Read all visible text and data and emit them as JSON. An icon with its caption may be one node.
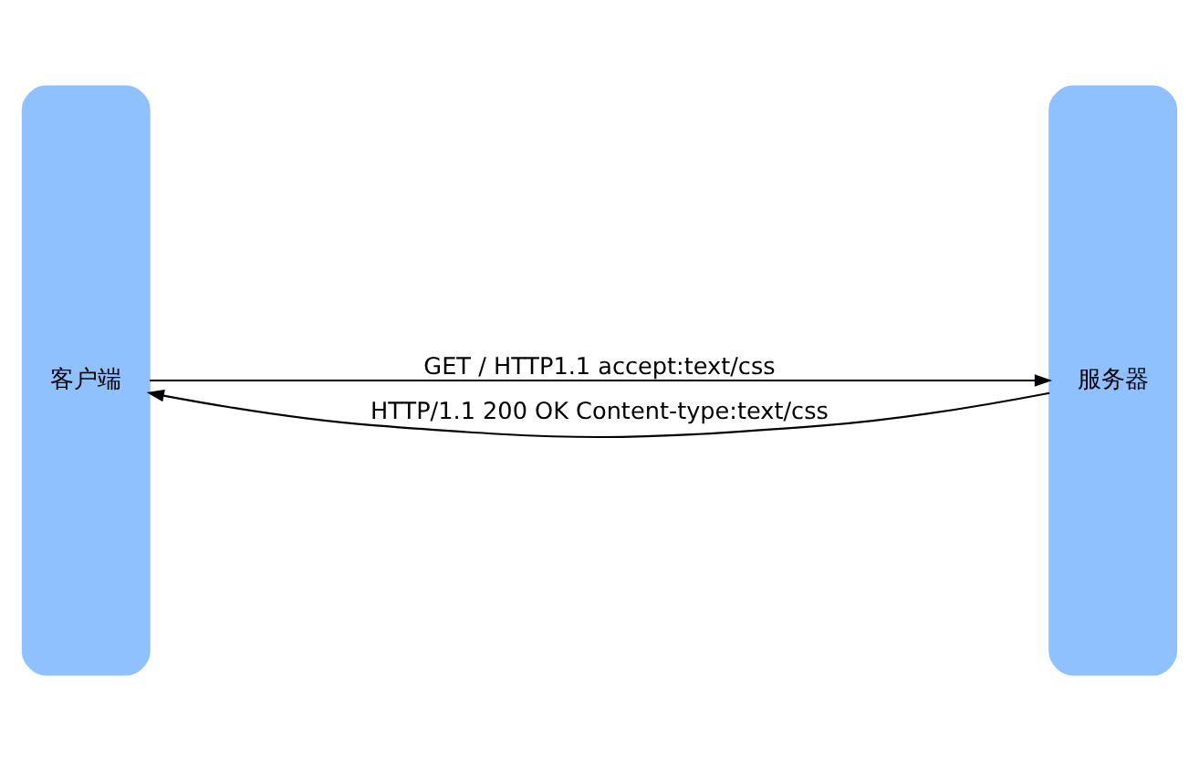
{
  "diagram": {
    "nodes": [
      {
        "text": [
          "客户端"
        ]
      },
      {
        "text": [
          "服务器"
        ]
      }
    ],
    "edges": [
      {
        "from": 0,
        "to": 1,
        "arrow": "to",
        "label": "GET / HTTP1.1 accept:text/css"
      },
      {
        "from": 1,
        "to": 0,
        "arrow": "to",
        "label": "HTTP/1.1 200 OK Content-type:text/css"
      }
    ]
  }
}
